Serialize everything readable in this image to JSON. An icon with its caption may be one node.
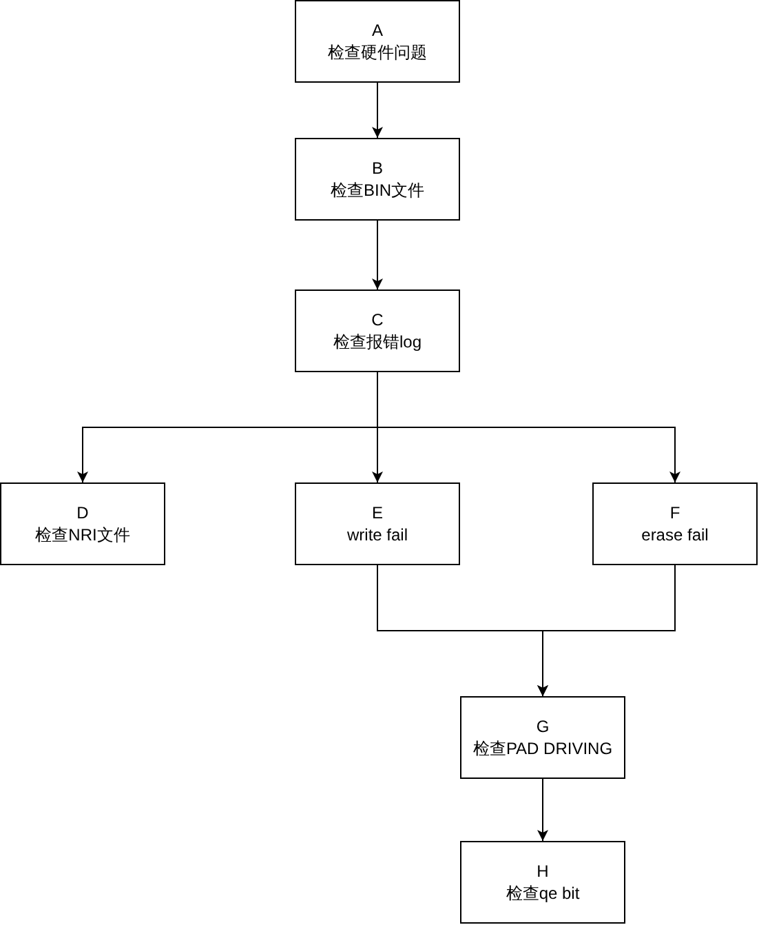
{
  "diagram": {
    "nodes": [
      {
        "text": [
          "A",
          "检查硬件问题"
        ]
      },
      {
        "text": [
          "B",
          "检查BIN文件"
        ]
      },
      {
        "text": [
          "C",
          "检查报错log"
        ]
      },
      {
        "text": [
          "D",
          "检查NRI文件"
        ]
      },
      {
        "text": [
          "E",
          "write fail"
        ]
      },
      {
        "text": [
          "F",
          "erase fail"
        ]
      },
      {
        "text": [
          "G",
          "检查PAD DRIVING"
        ]
      },
      {
        "text": [
          "H",
          "检查qe bit"
        ]
      }
    ],
    "edges": [
      {
        "from": 0,
        "to": 1,
        "arrow": "to"
      },
      {
        "from": 1,
        "to": 2,
        "arrow": "to"
      },
      {
        "from": 2,
        "to": 3,
        "arrow": "to"
      },
      {
        "from": 2,
        "to": 4,
        "arrow": "to"
      },
      {
        "from": 2,
        "to": 5,
        "arrow": "to"
      },
      {
        "from": 4,
        "to": 6,
        "arrow": "to"
      },
      {
        "from": 5,
        "to": 6,
        "arrow": "to"
      },
      {
        "from": 6,
        "to": 7,
        "arrow": "to"
      }
    ]
  }
}
